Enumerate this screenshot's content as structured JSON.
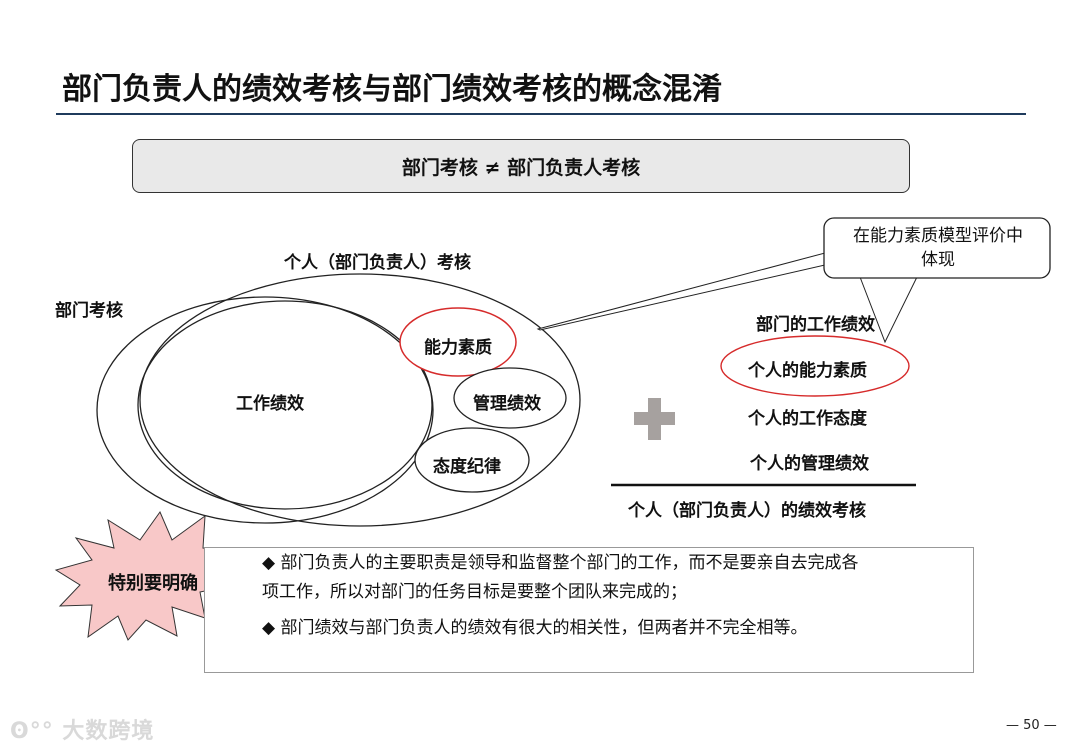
{
  "title": "部门负责人的绩效考核与部门绩效考核的概念混淆",
  "banner": "部门考核 ≠ 部门负责人考核",
  "venn": {
    "outer_label_individual": "个人（部门负责人）考核",
    "outer_label_department": "部门考核",
    "work_performance": "工作绩效",
    "competence": "能力素质",
    "management_performance": "管理绩效",
    "attitude_discipline": "态度纪律"
  },
  "callout": {
    "line1": "在能力素质模型评价中",
    "line2": "体现"
  },
  "sum": {
    "plus_icon": "plus-icon",
    "items": [
      "部门的工作绩效",
      "个人的能力素质",
      "个人的工作态度",
      "个人的管理绩效"
    ],
    "result": "个人（部门负责人）的绩效考核"
  },
  "emphasis": {
    "starburst_label": "特别要明确",
    "bullet_glyph": "◆",
    "bullets": [
      {
        "line1": "部门负责人的主要职责是领导和监督整个部门的工作，而不是要亲自去完成各",
        "line2": "项工作，所以对部门的任务目标是要整个团队来完成的；"
      },
      {
        "line1": "部门绩效与部门负责人的绩效有很大的相关性，但两者并不完全相等。"
      }
    ]
  },
  "footer": {
    "logo": "大数跨境",
    "page_number": "— 50 —"
  },
  "colors": {
    "title_rule": "#1f3b5c",
    "banner_bg": "#e9e9e9",
    "highlight_red": "#d62b2b",
    "starburst_fill": "#f8c8c8",
    "plus_gray": "#a6a19f"
  }
}
